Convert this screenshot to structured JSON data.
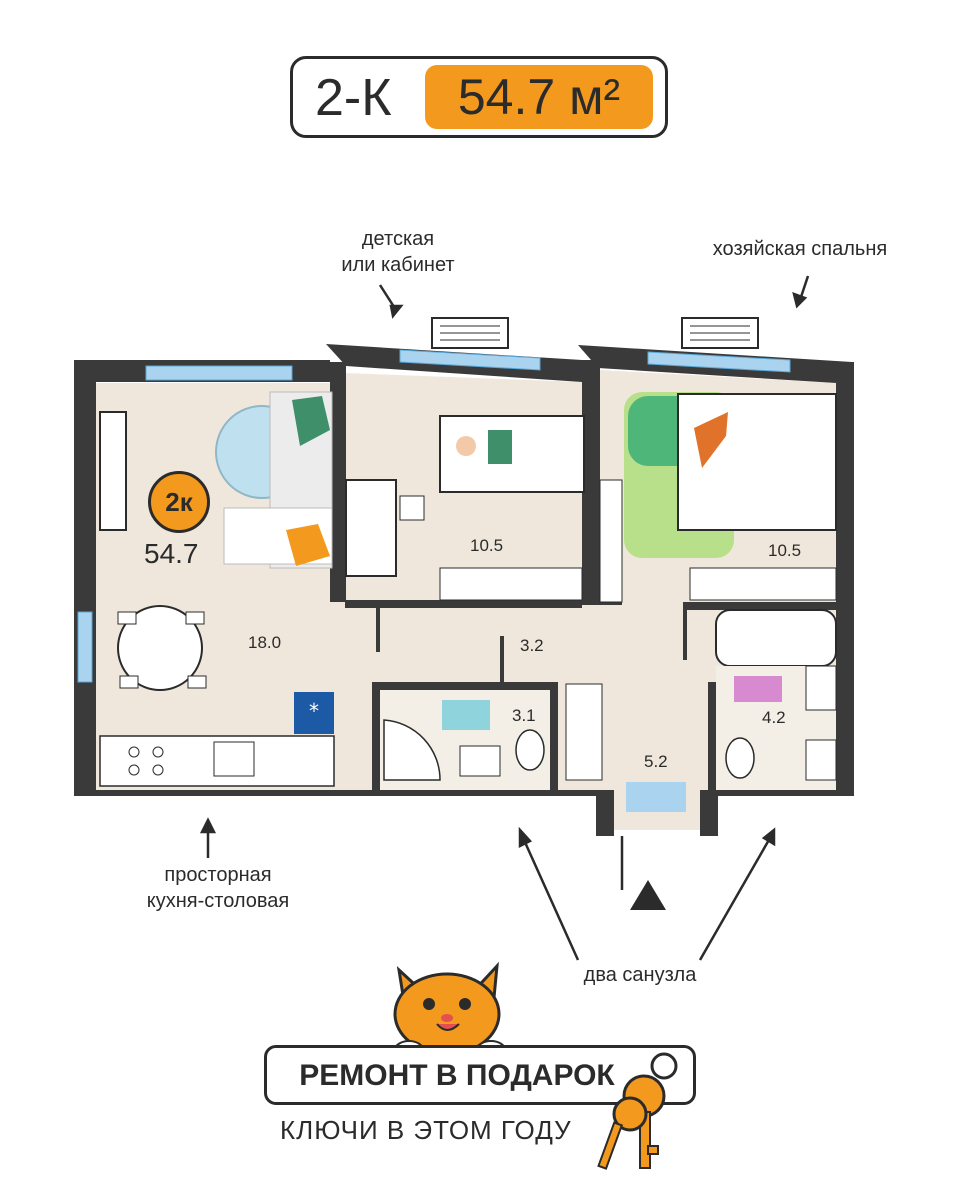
{
  "header": {
    "rooms": "2-К",
    "area": "54.7 м²"
  },
  "badge": {
    "label": "2к",
    "area": "54.7"
  },
  "rooms": {
    "kitchen_living": "18.0",
    "kids_room": "10.5",
    "master_bedroom": "10.5",
    "hallway": "3.2",
    "bathroom_1": "3.1",
    "bathroom_2": "4.2",
    "entry_hall": "5.2"
  },
  "callouts": {
    "kids_room": "детская\nили кабинет",
    "master_bedroom": "хозяйская спальня",
    "kitchen": "просторная\nкухня-столовая",
    "bathrooms": "два санузла"
  },
  "promo": {
    "title": "РЕМОНТ В ПОДАРОК",
    "subtitle": "КЛЮЧИ В ЭТОМ ГОДУ"
  },
  "colors": {
    "accent": "#f39a1e",
    "wall": "#3a3a3a",
    "floor": "#efe7dc",
    "window": "#a9d3ee"
  }
}
